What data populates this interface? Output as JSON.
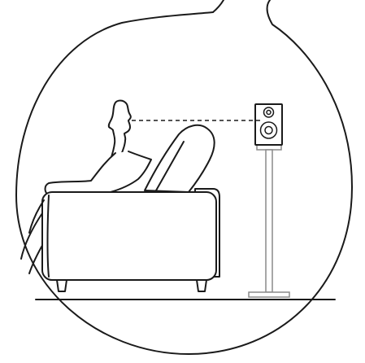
{
  "scene": {
    "subject": "listener-seated-on-sofa",
    "speaker": "bookshelf-speaker-on-stand",
    "relation": "tweeter-at-ear-height",
    "colors": {
      "outline": "#1a1a1a",
      "stand": "#8a8a8a",
      "background": "#ffffff"
    }
  }
}
